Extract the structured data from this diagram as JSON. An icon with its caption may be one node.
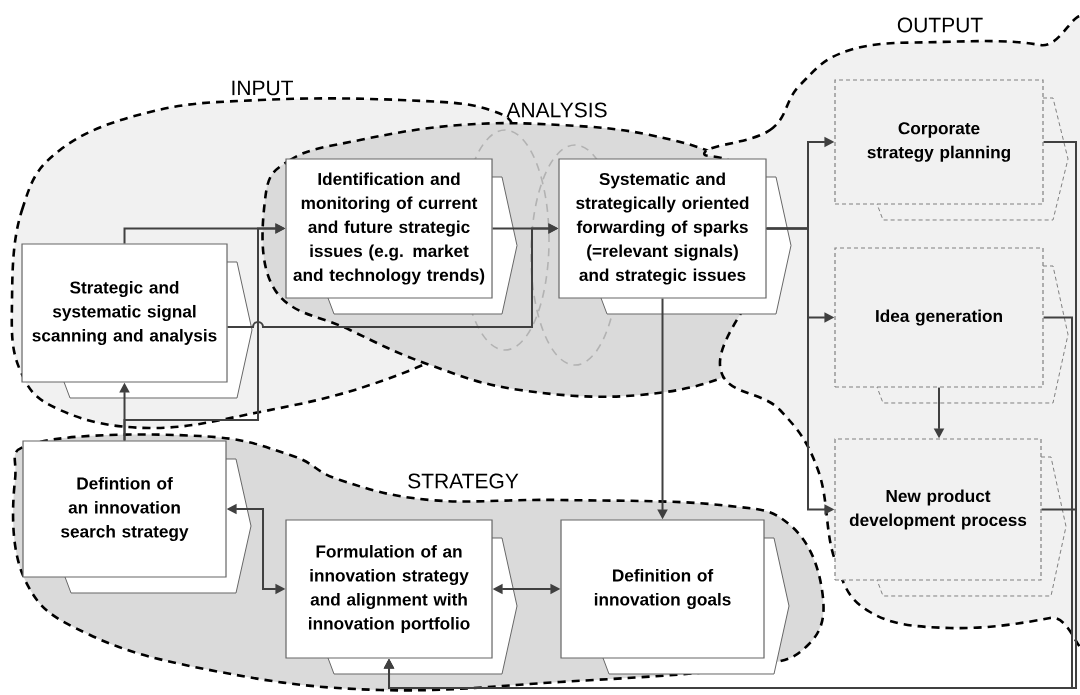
{
  "diagram": {
    "nodes": [
      {
        "text": [
          "INPUT"
        ]
      },
      {
        "text": [
          "Strategic and systematic signal scanning and analysis"
        ],
        "in": 0
      },
      {
        "text": [
          "ANALYSIS"
        ]
      },
      {
        "text": [
          "Identification and monitoring of current and future strategic issues (e.g. market and technology trends)"
        ]
      },
      {
        "text": [
          "Systematic and strategically oriented forwarding of sparks (=relevant signals) and strategic issues"
        ],
        "in": 2
      },
      {
        "text": [
          "OUTPUT"
        ]
      },
      {
        "text": [
          "Corporate strategy planning"
        ],
        "in": 5
      },
      {
        "text": [
          "Idea generation"
        ],
        "in": 5
      },
      {
        "text": [
          "New product development process"
        ],
        "in": 5
      },
      {
        "text": [
          "STRATEGY"
        ]
      },
      {
        "text": [
          "Defintion of an innovation search strategy"
        ],
        "in": 9
      },
      {
        "text": [
          "Formulation of an innovation strategy and alignment with innovation portfolio"
        ],
        "in": 9
      },
      {
        "text": [
          "Definition of innovation goals"
        ],
        "in": 9
      }
    ],
    "edges": [
      {
        "from": 1,
        "to": 3,
        "arrow": "to"
      },
      {
        "from": 1,
        "to": 4,
        "arrow": "to"
      },
      {
        "from": 3,
        "to": 4,
        "arrow": "to"
      },
      {
        "from": 10,
        "to": 1,
        "arrow": "to"
      },
      {
        "from": 10,
        "to": 3,
        "arrow": "to"
      },
      {
        "from": 4,
        "to": 6,
        "arrow": "to"
      },
      {
        "from": 4,
        "to": 7,
        "arrow": "to"
      },
      {
        "from": 4,
        "to": 8,
        "arrow": "to"
      },
      {
        "from": 4,
        "to": 12,
        "arrow": "to"
      },
      {
        "from": 7,
        "to": 8,
        "arrow": "to"
      },
      {
        "from": 6,
        "to": 11,
        "arrow": "to"
      },
      {
        "from": 7,
        "to": 11,
        "arrow": "to"
      },
      {
        "from": 8,
        "to": 11,
        "arrow": "to"
      },
      {
        "from": 10,
        "to": 11,
        "arrow": "both"
      },
      {
        "from": 11,
        "to": 12,
        "arrow": "both"
      }
    ]
  }
}
